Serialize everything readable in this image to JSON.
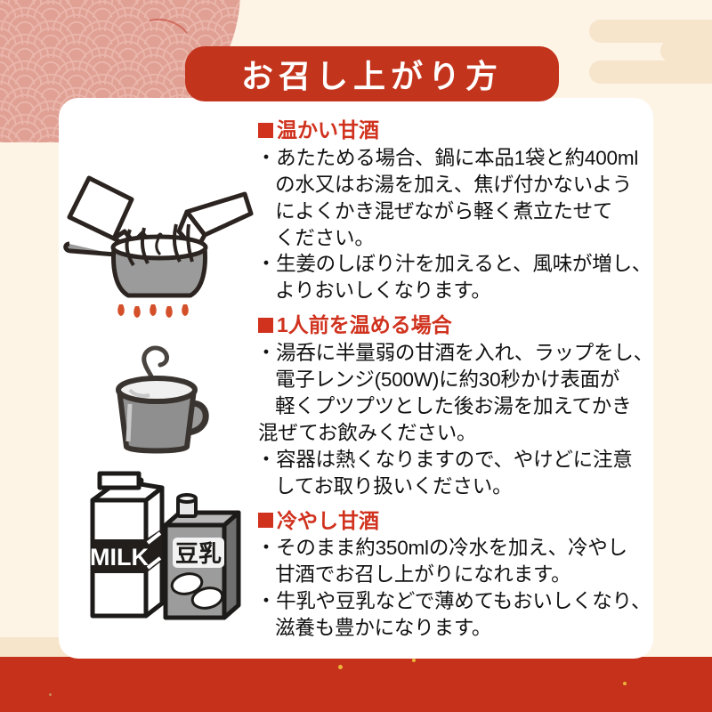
{
  "banner": {
    "title": "お召し上がり方"
  },
  "colors": {
    "brand_red": "#c3341d",
    "heading_red": "#d0321e",
    "bottom_band": "#c5311b",
    "wave_pink": "#e0a094",
    "cream": "#fdf4e6",
    "flame": "#d4502a"
  },
  "sections": [
    {
      "heading": "温かい甘酒",
      "icon": "pot-on-flame-illustration",
      "lines": [
        {
          "bullet": true,
          "text": "あたためる場合、鍋に本品1袋と約400ml"
        },
        {
          "bullet": false,
          "text": "の水又はお湯を加え、焦げ付かないよう"
        },
        {
          "bullet": false,
          "text": "によくかき混ぜながら軽く煮立たせて"
        },
        {
          "bullet": false,
          "text": "ください。"
        },
        {
          "bullet": true,
          "text": "生姜のしぼり汁を加えると、風味が増し、"
        },
        {
          "bullet": false,
          "text": "よりおいしくなります。"
        }
      ]
    },
    {
      "heading": "1人前を温める場合",
      "icon": "steaming-mug-illustration",
      "lines": [
        {
          "bullet": true,
          "text": "湯呑に半量弱の甘酒を入れ、ラップをし、"
        },
        {
          "bullet": false,
          "text": "電子レンジ(500W)に約30秒かけ表面が"
        },
        {
          "bullet": false,
          "text": "軽くプツプツとした後お湯を加えてかき"
        },
        {
          "bullet": false,
          "text": "混ぜてお飲みください。",
          "flush": true
        },
        {
          "bullet": true,
          "text": "容器は熱くなりますので、やけどに注意"
        },
        {
          "bullet": false,
          "text": "してお取り扱いください。"
        }
      ]
    },
    {
      "heading": "冷やし甘酒",
      "icon": "milk-and-soymilk-carton-illustration",
      "lines": [
        {
          "bullet": true,
          "text": "そのまま約350mlの冷水を加え、冷やし"
        },
        {
          "bullet": false,
          "text": "甘酒でお召し上がりになれます。"
        },
        {
          "bullet": true,
          "text": "牛乳や豆乳などで薄めてもおいしくなり、"
        },
        {
          "bullet": false,
          "text": "滋養も豊かになります。"
        }
      ]
    }
  ],
  "illustrations": {
    "milk_carton_label": "MILK",
    "soymilk_carton_label": "豆乳"
  }
}
